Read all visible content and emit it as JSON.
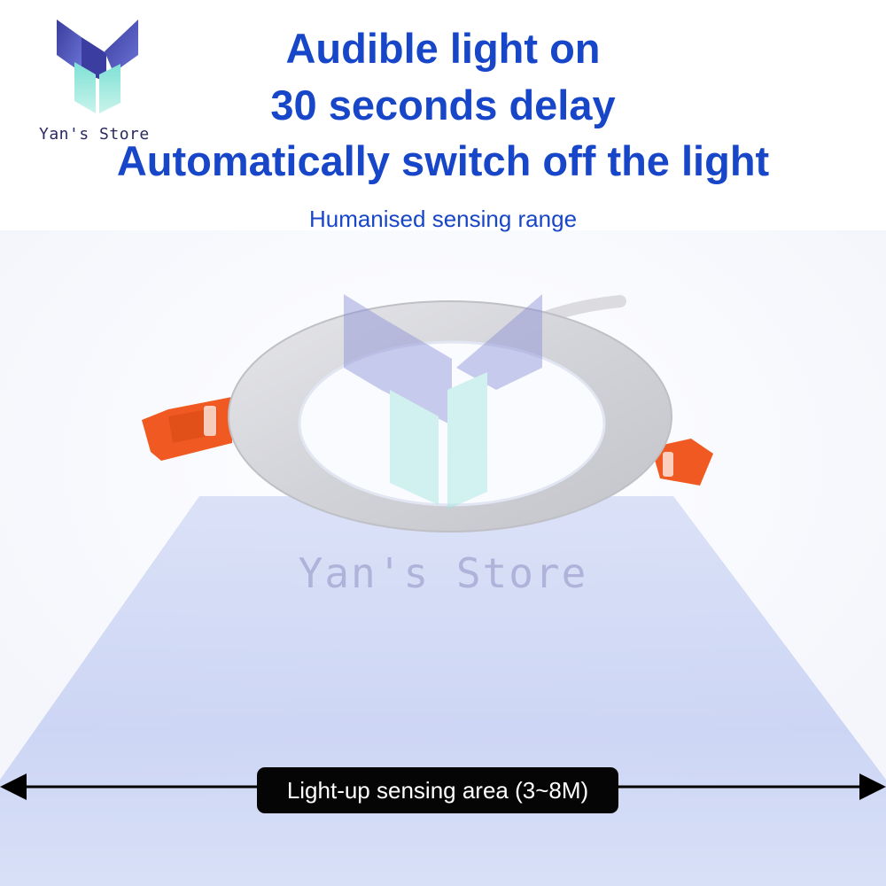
{
  "brand": {
    "name": "Yan's Store",
    "watermark": "Yan's Store"
  },
  "headline": {
    "line1": "Audible light on",
    "line2": "30 seconds delay",
    "line3": "Automatically switch off the light"
  },
  "subhead": "Humanised sensing range",
  "range_label": "Light-up sensing area (3~8M)",
  "colors": {
    "headline": "#1846c9",
    "clip_orange": "#f05a22",
    "beam": "#cfd8f5",
    "label_bg": "#050505"
  },
  "icons": [
    "yans-store-logo-icon",
    "downlight-fixture",
    "double-arrow-icon"
  ]
}
